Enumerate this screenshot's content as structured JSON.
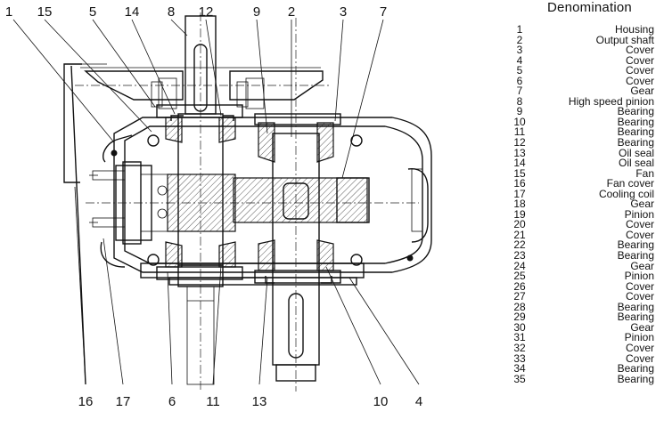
{
  "callouts": {
    "top": [
      "1",
      "15",
      "5",
      "14",
      "8",
      "12",
      "9",
      "2",
      "3",
      "7"
    ],
    "bottom": [
      "16",
      "17",
      "6",
      "11",
      "13",
      "10",
      "4"
    ]
  },
  "legend": {
    "title": "Denomination",
    "items": [
      {
        "num": "1",
        "name": "Housing"
      },
      {
        "num": "2",
        "name": "Output shaft"
      },
      {
        "num": "3",
        "name": "Cover"
      },
      {
        "num": "4",
        "name": "Cover"
      },
      {
        "num": "5",
        "name": "Cover"
      },
      {
        "num": "6",
        "name": "Cover"
      },
      {
        "num": "7",
        "name": "Gear"
      },
      {
        "num": "8",
        "name": "High speed pinion"
      },
      {
        "num": "9",
        "name": "Bearing"
      },
      {
        "num": "10",
        "name": "Bearing"
      },
      {
        "num": "11",
        "name": "Bearing"
      },
      {
        "num": "12",
        "name": "Bearing"
      },
      {
        "num": "13",
        "name": "Oil seal"
      },
      {
        "num": "14",
        "name": "Oil seal"
      },
      {
        "num": "15",
        "name": "Fan"
      },
      {
        "num": "16",
        "name": "Fan cover"
      },
      {
        "num": "17",
        "name": "Cooling coil"
      },
      {
        "num": "18",
        "name": "Gear"
      },
      {
        "num": "19",
        "name": "Pinion"
      },
      {
        "num": "20",
        "name": "Cover"
      },
      {
        "num": "21",
        "name": "Cover"
      },
      {
        "num": "22",
        "name": "Bearing"
      },
      {
        "num": "23",
        "name": "Bearing"
      },
      {
        "num": "24",
        "name": "Gear"
      },
      {
        "num": "25",
        "name": "Pinion"
      },
      {
        "num": "26",
        "name": "Cover"
      },
      {
        "num": "27",
        "name": "Cover"
      },
      {
        "num": "28",
        "name": "Bearing"
      },
      {
        "num": "29",
        "name": "Bearing"
      },
      {
        "num": "30",
        "name": "Gear"
      },
      {
        "num": "31",
        "name": "Pinion"
      },
      {
        "num": "32",
        "name": "Cover"
      },
      {
        "num": "33",
        "name": "Cover"
      },
      {
        "num": "34",
        "name": "Bearing"
      },
      {
        "num": "35",
        "name": "Bearing"
      }
    ]
  }
}
